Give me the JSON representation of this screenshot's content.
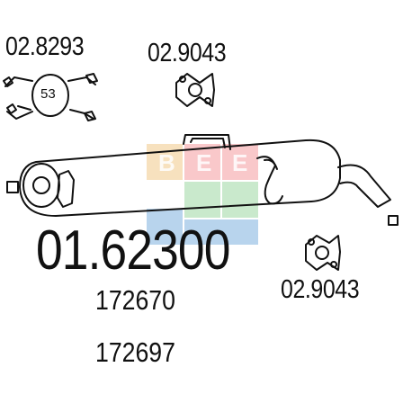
{
  "clamp": {
    "code": "02.8293",
    "diameter": "53"
  },
  "gasket_top": {
    "code": "02.9043"
  },
  "gasket_bottom": {
    "code": "02.9043"
  },
  "part_number": "01.62300",
  "references": [
    "172670",
    "172697"
  ],
  "watermark": {
    "letters": [
      "B",
      "E",
      "E"
    ],
    "colors": [
      "#f2c98a",
      "#f59ca0",
      "#9ed8a4",
      "#7fb2e0"
    ]
  }
}
